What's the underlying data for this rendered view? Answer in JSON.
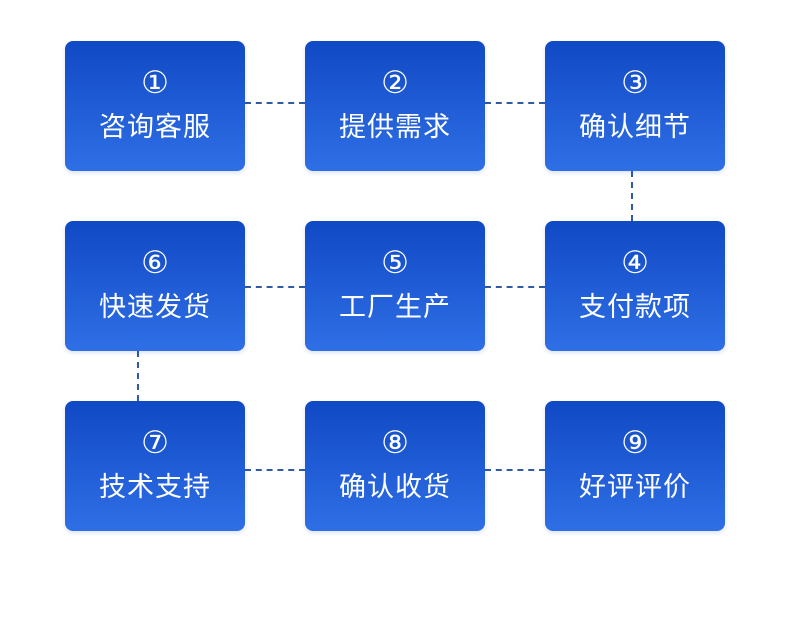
{
  "steps": [
    {
      "num": "①",
      "label": "咨询客服"
    },
    {
      "num": "②",
      "label": "提供需求"
    },
    {
      "num": "③",
      "label": "确认细节"
    },
    {
      "num": "④",
      "label": "支付款项"
    },
    {
      "num": "⑤",
      "label": "工厂生产"
    },
    {
      "num": "⑥",
      "label": "快速发货"
    },
    {
      "num": "⑦",
      "label": "技术支持"
    },
    {
      "num": "⑧",
      "label": "确认收货"
    },
    {
      "num": "⑨",
      "label": "好评评价"
    }
  ],
  "colors": {
    "box_top": "#1049c4",
    "box_bottom": "#2f6fe6",
    "connector": "#2e5aa8",
    "text": "#ffffff"
  }
}
